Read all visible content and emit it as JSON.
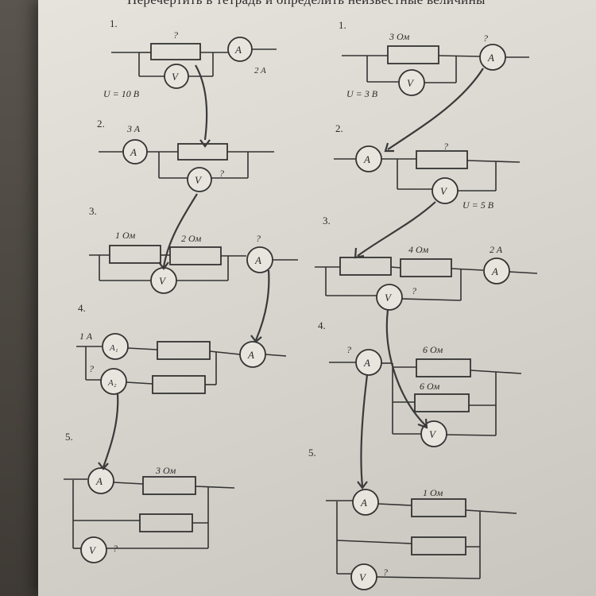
{
  "header": "Перечертить в тетрадь и определить неизвестные величины",
  "left": {
    "n1": "1.",
    "c1_r": "?",
    "c1_i": "2 A",
    "c1_u": "U = 10 B",
    "n2": "2.",
    "c2_i": "3 A",
    "c2_v": "?",
    "n3": "3.",
    "c3_r1": "1 Ом",
    "c3_r2": "2 Ом",
    "c3_a": "?",
    "n4": "4.",
    "c4_i1": "1 A",
    "c4_i2": "?",
    "a1": "A₁",
    "a2": "A₂",
    "n5": "5.",
    "c5_r": "3 Ом",
    "c5_v": "?"
  },
  "right": {
    "n1": "1.",
    "c1_r": "3 Ом",
    "c1_a": "?",
    "c1_u": "U = 3 B",
    "n2": "2.",
    "c2_r": "?",
    "c2_u": "U = 5 B",
    "n3": "3.",
    "c3_r": "4 Ом",
    "c3_i": "2 A",
    "c3_v": "?",
    "n4": "4.",
    "c4_a": "?",
    "c4_r1": "6 Ом",
    "c4_r2": "6 Ом",
    "n5": "5.",
    "c5_r": "1 Ом",
    "c5_v": "?"
  },
  "symbols": {
    "ammeter": "A",
    "voltmeter": "V"
  }
}
